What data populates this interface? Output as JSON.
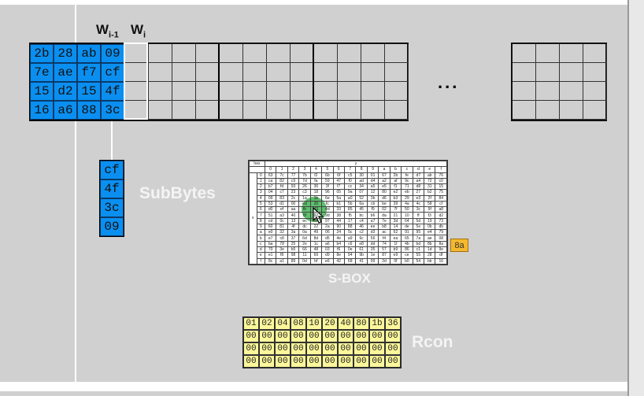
{
  "labels": {
    "w_prev": "W",
    "w_prev_sub": "i-1",
    "w_cur": "W",
    "w_cur_sub": "i",
    "subbytes": "SubBytes",
    "sbox": "S-BOX",
    "rcon": "Rcon",
    "ellipsis": "...",
    "sbox_hex": "hex",
    "sbox_y": "y",
    "sbox_x": "x",
    "badge": "8a"
  },
  "key": [
    [
      "2b",
      "28",
      "ab",
      "09"
    ],
    [
      "7e",
      "ae",
      "f7",
      "cf"
    ],
    [
      "15",
      "d2",
      "15",
      "4f"
    ],
    [
      "16",
      "a6",
      "88",
      "3c"
    ]
  ],
  "rotword_column": [
    "cf",
    "4f",
    "3c",
    "09"
  ],
  "rcon": [
    [
      "01",
      "02",
      "04",
      "08",
      "10",
      "20",
      "40",
      "80",
      "1b",
      "36"
    ],
    [
      "00",
      "00",
      "00",
      "00",
      "00",
      "00",
      "00",
      "00",
      "00",
      "00"
    ],
    [
      "00",
      "00",
      "00",
      "00",
      "00",
      "00",
      "00",
      "00",
      "00",
      "00"
    ],
    [
      "00",
      "00",
      "00",
      "00",
      "00",
      "00",
      "00",
      "00",
      "00",
      "00"
    ]
  ],
  "sbox_headers": [
    "0",
    "1",
    "2",
    "3",
    "4",
    "5",
    "6",
    "7",
    "8",
    "9",
    "a",
    "b",
    "c",
    "d",
    "e",
    "f"
  ],
  "sbox": [
    "63 7c 77 7b f2 6b 6f c5 30 01 67 2b fe d7 ab 76",
    "ca 82 c9 7d fa 59 47 f0 ad d4 a2 af 9c a4 72 c0",
    "b7 fd 93 26 36 3f f7 cc 34 a5 e5 f1 71 d8 31 15",
    "04 c7 23 c3 18 96 05 9a 07 12 80 e2 eb 27 b2 75",
    "09 83 2c 1a 1b 6e 5a a0 52 3b d6 b3 29 e3 2f 84",
    "53 d1 00 ed 20 fc b1 5b 6a cb be 39 4a 4c 58 cf",
    "d0 ef aa fb 43 4d 33 85 45 f9 02 7f 50 3c 9f a8",
    "51 a3 40 8f 92 9d 38 f5 bc b6 da 21 10 ff f3 d2",
    "cd 0c 13 ec 5f 97 44 17 c4 a7 7e 3d 64 5d 19 73",
    "60 81 4f dc 22 2a 90 88 46 ee b8 14 de 5e 0b db",
    "e0 32 3a 0a 49 06 24 5c c2 d3 ac 62 91 95 e4 79",
    "e7 c8 37 6d 8d d5 4e a9 6c 56 f4 ea 65 7a ae 08",
    "ba 78 25 2e 1c a6 b4 c6 e8 dd 74 1f 4b bd 8b 8a",
    "70 3e b5 66 48 03 f6 0e 61 35 57 b9 86 c1 1d 9e",
    "e1 f8 98 11 69 d9 8e 94 9b 1e 87 e9 ce 55 28 df",
    "8c a1 89 0d bf e6 42 68 41 99 2d 0f b0 54 bb 16"
  ],
  "colors": {
    "key_blue": "#0a8ff0",
    "rcon_yellow": "#fbf79a",
    "badge": "#f5b82e",
    "highlight": "#28aa3c"
  }
}
